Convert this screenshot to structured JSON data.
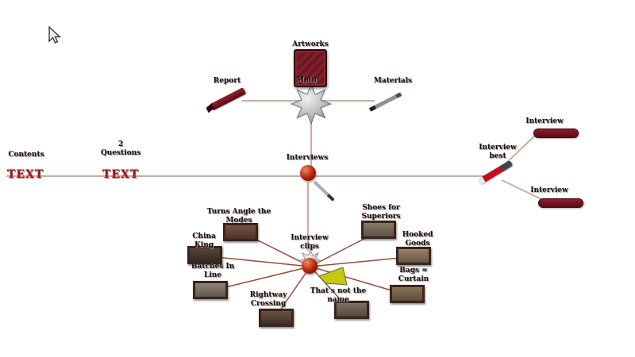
{
  "diagram": {
    "background": "#ffffff",
    "top": {
      "artworks": {
        "label": "Artworks"
      },
      "main": {
        "label": "Main"
      },
      "report": {
        "label": "Report"
      },
      "materials": {
        "label": "Materials"
      }
    },
    "middle": {
      "interviews": {
        "label": "Interviews"
      },
      "contents": {
        "label": "Contents",
        "value": "TEXT"
      },
      "questions": {
        "label": "2 Questions",
        "value": "TEXT"
      },
      "interview_best": {
        "label": "Interview best"
      },
      "interview_top": {
        "label": "Interview"
      },
      "interview_bottom": {
        "label": "Interview"
      }
    },
    "clips": {
      "hub": {
        "label": "Interview clips"
      },
      "items": [
        {
          "label": "Turns Angle the Modes"
        },
        {
          "label": "Shoes for Superiors"
        },
        {
          "label": "China King"
        },
        {
          "label": "Hooked Goods"
        },
        {
          "label": "Batches In Line"
        },
        {
          "label": "Bags = Curtain"
        },
        {
          "label": "Rightway Crossing"
        },
        {
          "label": "That's not the name"
        }
      ]
    },
    "colors": {
      "wire": "#c9aca4",
      "spoke": "#9a4a3c",
      "node_red": "#a01808",
      "text_red": "#b01010",
      "label_text": "#200e0e",
      "megaphone_yellow": "#c3c812"
    }
  }
}
